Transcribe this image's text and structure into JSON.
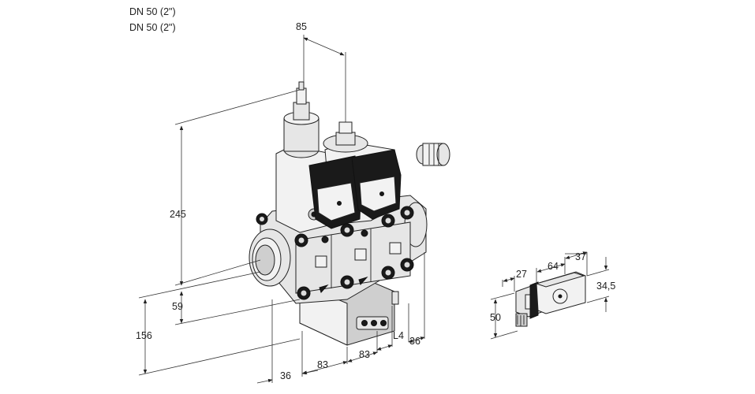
{
  "header": {
    "size_line_1": "DN 50 (2\")",
    "size_line_2": "DN 50 (2\")"
  },
  "dimensions": {
    "top_width": "85",
    "height_total": "245",
    "height_lower": "59",
    "height_base": "156",
    "bottom_left": "36",
    "bottom_mid_1": "83",
    "bottom_mid_2": "83",
    "bottom_l4": "L4",
    "bottom_right": "36"
  },
  "detail": {
    "dim_27": "27",
    "dim_64": "64",
    "dim_37": "37",
    "dim_34_5": "34,5",
    "dim_50": "50"
  }
}
